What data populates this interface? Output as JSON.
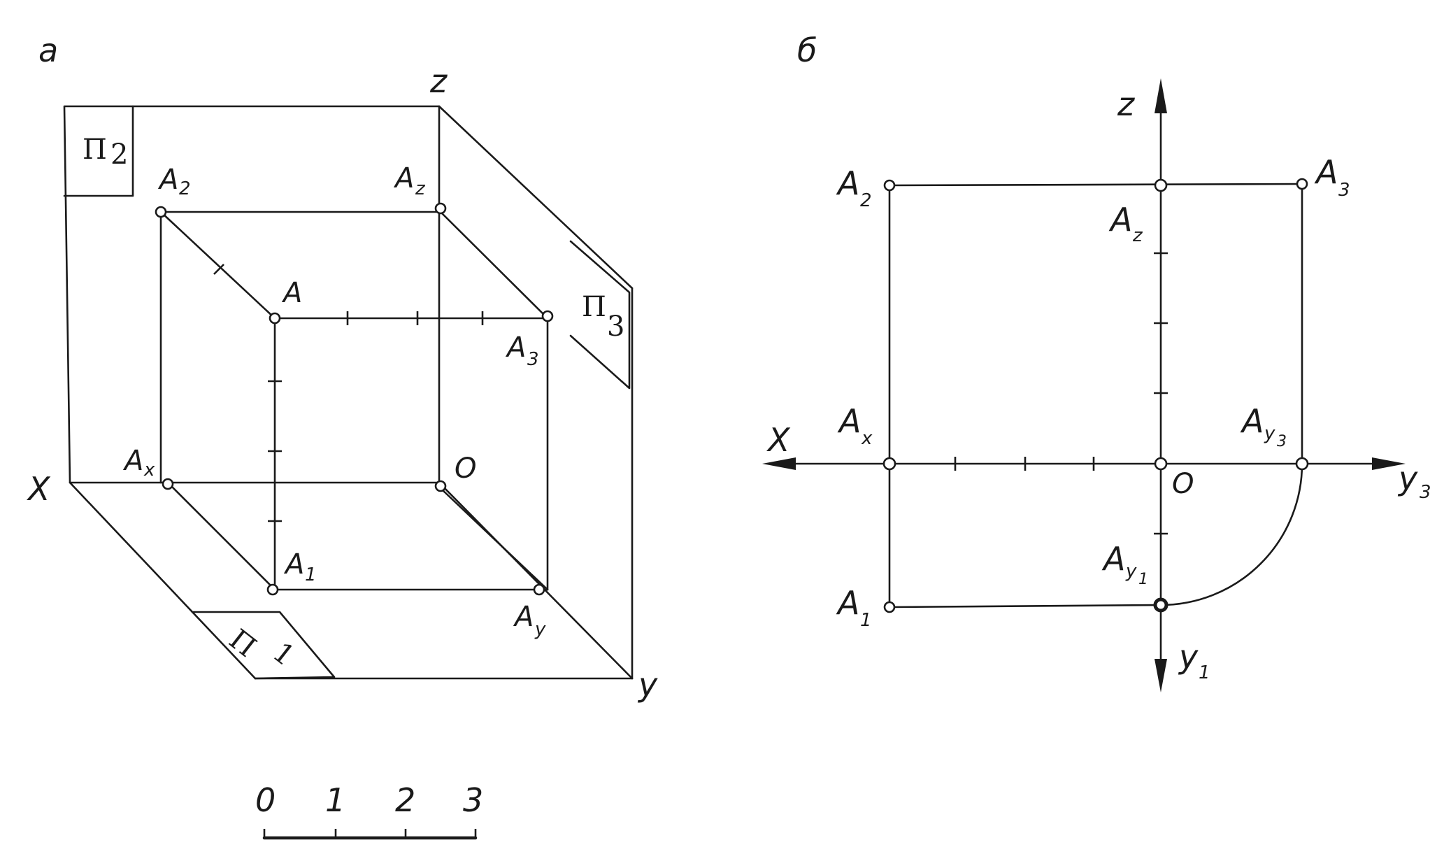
{
  "panels": {
    "a": {
      "letter": "a",
      "axis_x": "X",
      "axis_y": "y",
      "axis_z": "z",
      "origin": "O",
      "plane1": {
        "base": "Π",
        "sub": "1"
      },
      "plane2": {
        "base": "Π",
        "sub": "2"
      },
      "plane3": {
        "base": "Π",
        "sub": "3"
      },
      "point_A": "A",
      "A1": {
        "base": "A",
        "sub": "1"
      },
      "A2": {
        "base": "A",
        "sub": "2"
      },
      "A3": {
        "base": "A",
        "sub": "3"
      },
      "Ax": {
        "base": "A",
        "sub": "x"
      },
      "Ay": {
        "base": "A",
        "sub": "y"
      },
      "Az": {
        "base": "A",
        "sub": "z"
      }
    },
    "b": {
      "letter": "б",
      "axis_x": "X",
      "axis_z": "z",
      "axis_y1": {
        "base": "y",
        "sub": "1"
      },
      "axis_y3": {
        "base": "y",
        "sub": "3"
      },
      "origin": "O",
      "A1": {
        "base": "A",
        "sub": "1"
      },
      "A2": {
        "base": "A",
        "sub": "2"
      },
      "A3": {
        "base": "A",
        "sub": "3"
      },
      "Ax": {
        "base": "A",
        "sub": "x"
      },
      "Az": {
        "base": "A",
        "sub": "z"
      },
      "Ay1": {
        "base": "A",
        "sub": "y",
        "subsub": "1"
      },
      "Ay3": {
        "base": "A",
        "sub": "y",
        "subsub": "3"
      }
    }
  },
  "scale_bar": {
    "labels": [
      "0",
      "1",
      "2",
      "3"
    ]
  }
}
